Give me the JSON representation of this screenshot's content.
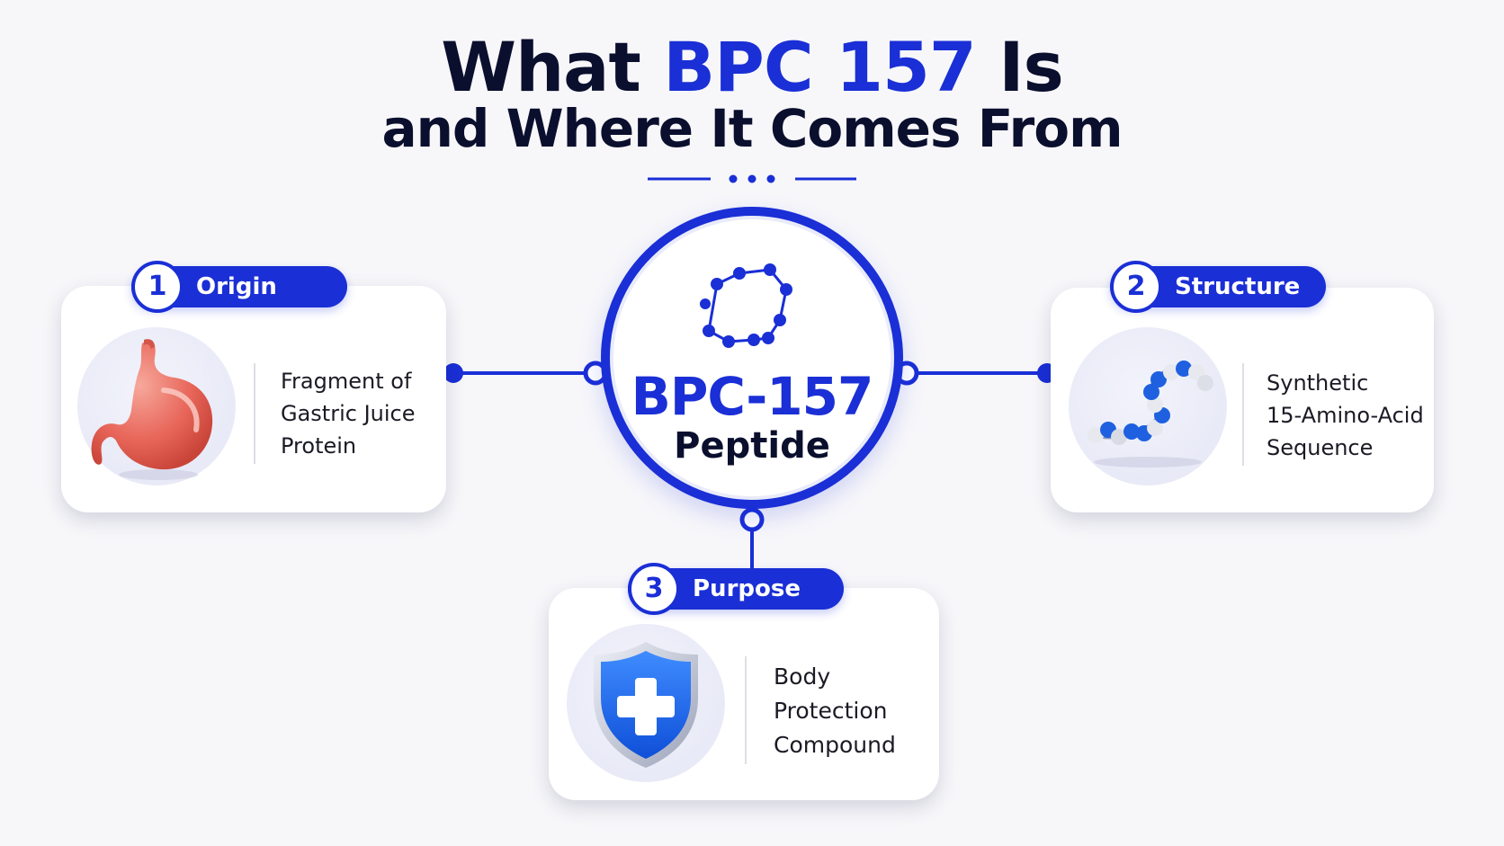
{
  "title": {
    "line1_before": "What ",
    "line1_accent": "BPC 157",
    "line1_after": " Is",
    "line2": "and Where It Comes From"
  },
  "center": {
    "title": "BPC-157",
    "subtitle": "Peptide"
  },
  "cards": {
    "origin": {
      "number": "1",
      "label": "Origin",
      "lines": [
        "Fragment of",
        "Gastric Juice",
        "Protein"
      ],
      "icon": "stomach-icon"
    },
    "structure": {
      "number": "2",
      "label": "Structure",
      "lines": [
        "Synthetic",
        "15-Amino-Acid",
        "Sequence"
      ],
      "icon": "peptide-chain-icon"
    },
    "purpose": {
      "number": "3",
      "label": "Purpose",
      "lines": [
        "Body",
        "Protection",
        "Compound"
      ],
      "icon": "shield-plus-icon"
    }
  },
  "colors": {
    "accent": "#1a2fd6",
    "heading": "#0b0f2e",
    "background": "#f7f7fa",
    "card": "#ffffff"
  }
}
